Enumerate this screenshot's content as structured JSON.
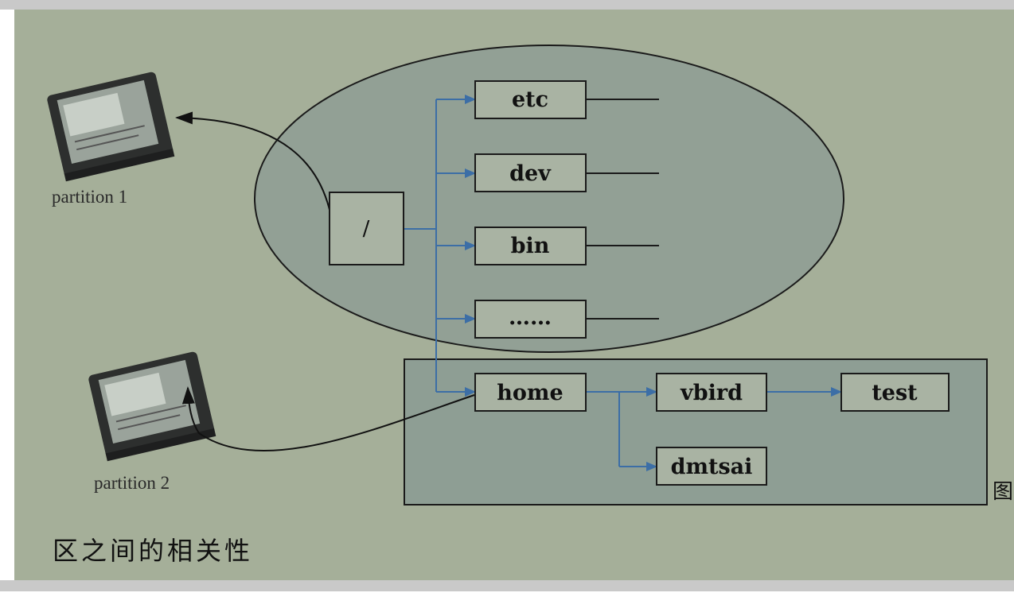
{
  "partitions": [
    {
      "label": "partition 1"
    },
    {
      "label": "partition 2"
    }
  ],
  "root": {
    "label": "/"
  },
  "root_children": [
    {
      "label": "etc"
    },
    {
      "label": "dev"
    },
    {
      "label": "bin"
    },
    {
      "label": "……"
    }
  ],
  "home": {
    "label": "home"
  },
  "home_children": [
    {
      "label": "vbird"
    },
    {
      "label": "dmtsai"
    }
  ],
  "vbird_child": {
    "label": "test"
  },
  "caption": "区之间的相关性",
  "edge_fragment": "图",
  "colors": {
    "background": "#a5af99",
    "region": "#8e9e94",
    "arrow": "#3c6ea6",
    "box_fill": "#a9b3a3",
    "border": "#1a1a1a"
  }
}
